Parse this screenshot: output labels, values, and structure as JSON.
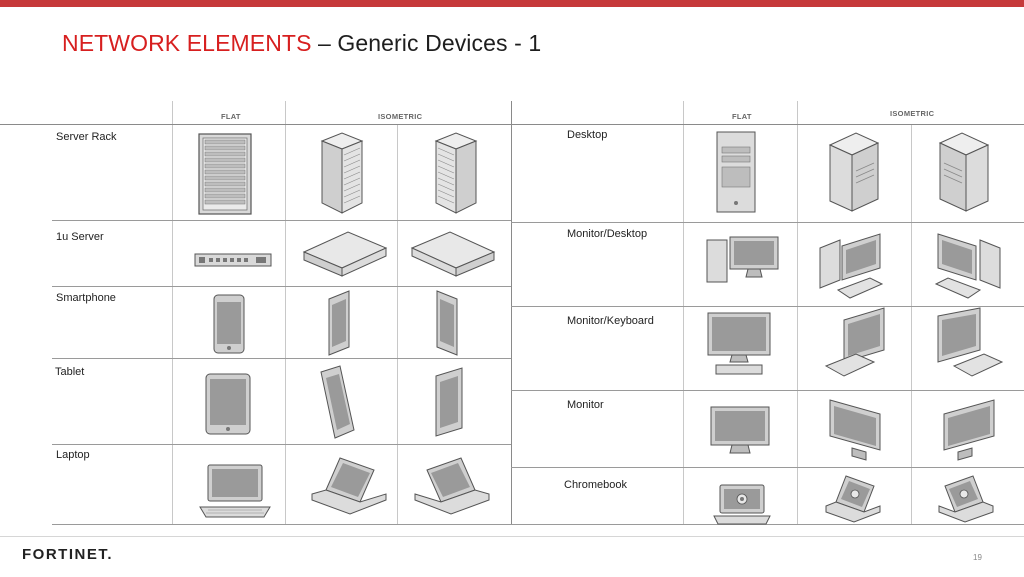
{
  "title": {
    "red": "NETWORK ELEMENTS",
    "dark": " – Generic Devices - 1"
  },
  "left_table": {
    "headers": {
      "flat": "FLAT",
      "isometric": "ISOMETRIC"
    },
    "rows": [
      {
        "label": "Server Rack",
        "icon": "server-rack-icon"
      },
      {
        "label": "1u Server",
        "icon": "1u-server-icon"
      },
      {
        "label": "Smartphone",
        "icon": "smartphone-icon"
      },
      {
        "label": "Tablet",
        "icon": "tablet-icon"
      },
      {
        "label": "Laptop",
        "icon": "laptop-icon"
      }
    ]
  },
  "right_table": {
    "headers": {
      "flat": "FLAT",
      "isometric": "ISOMETRIC"
    },
    "rows": [
      {
        "label": "Desktop",
        "icon": "desktop-icon"
      },
      {
        "label": "Monitor/Desktop",
        "icon": "monitor-desktop-icon"
      },
      {
        "label": "Monitor/Keyboard",
        "icon": "monitor-keyboard-icon"
      },
      {
        "label": "Monitor",
        "icon": "monitor-icon"
      },
      {
        "label": "Chromebook",
        "icon": "chromebook-icon"
      }
    ]
  },
  "footer": {
    "logo": "FORTINET.",
    "page": "19"
  },
  "colors": {
    "accent": "#c6393a",
    "title_red": "#d71f1f",
    "icon_fill": "#d9d9d9",
    "icon_stroke": "#555555"
  }
}
